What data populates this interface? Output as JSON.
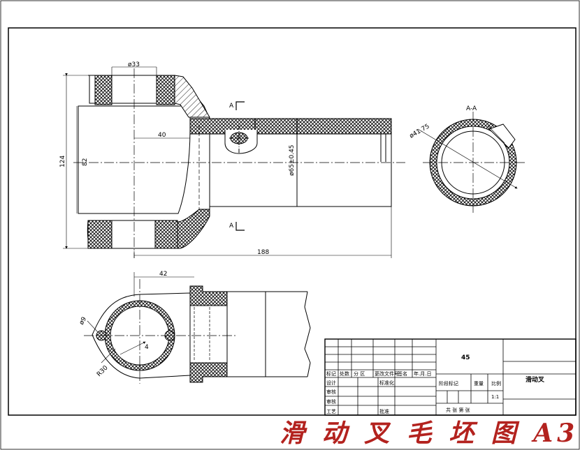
{
  "dimensions": {
    "bore_top": "ø33",
    "depth": "40",
    "height_outer": "124",
    "height_inner": "82",
    "shaft_diameter": "ø65±0.45",
    "length": "188",
    "section_diameter": "ø41.75",
    "flange_offset": "42",
    "hole_diameter": "ø9",
    "flange_radius": "R30",
    "flange_detail": "4"
  },
  "section": {
    "marker_letter": "A",
    "title": "A-A"
  },
  "title_block": {
    "material": "45",
    "part_name": "滑动叉",
    "scale": "1:1",
    "header_labels": [
      "标记",
      "处数",
      "分 区",
      "更改文件号",
      "签名",
      "年.月.日"
    ],
    "role_labels": [
      "设计",
      "标准化",
      "审核",
      "工艺",
      "批准"
    ],
    "stage_label": "阶段标记",
    "weight_label": "重量",
    "scale_label": "比例",
    "sheet_label": "共 张 第 张"
  },
  "caption": "滑 动 叉 毛 坯 图 A3"
}
